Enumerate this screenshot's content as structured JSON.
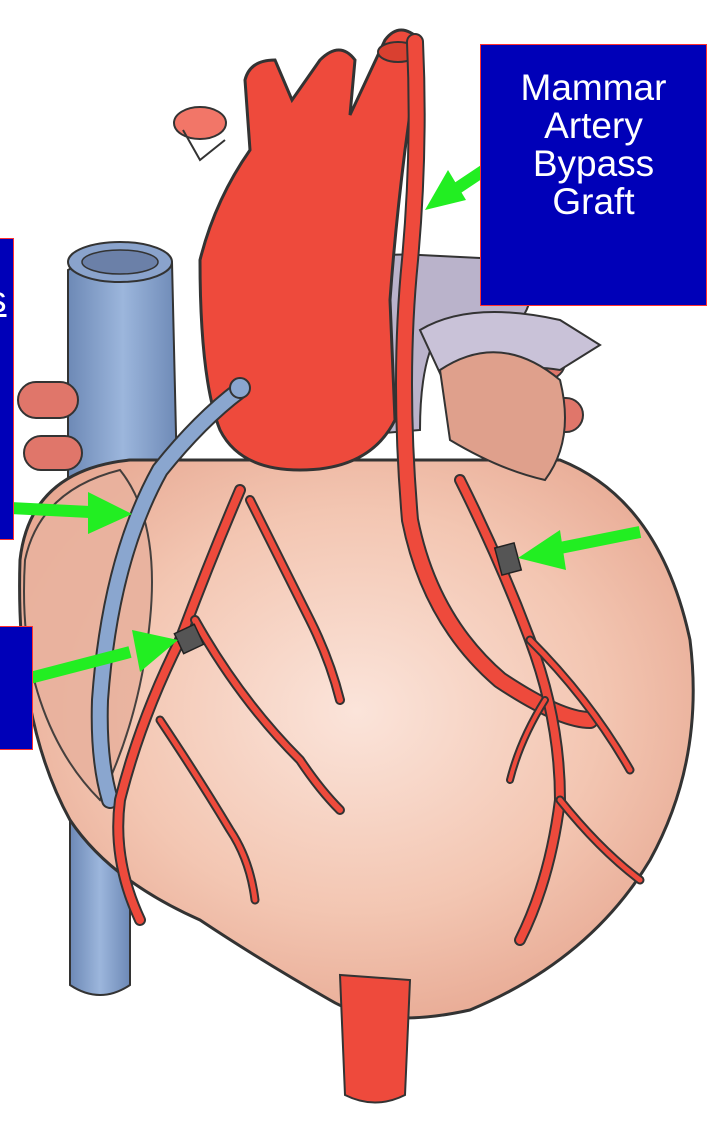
{
  "mammary_label": {
    "lines": [
      "Mammar",
      "Artery",
      "Bypass",
      "Graft"
    ]
  },
  "saphenous_label": {
    "visible_text": "s"
  },
  "colors": {
    "label_bg": "#0000b8",
    "label_border": "#ff3030",
    "arrow": "#22ee22",
    "artery": "#ee4a3c",
    "vein": "#7f9cc6",
    "heart_muscle": "#f1c2ad",
    "pericardium": "#b9b2c8",
    "blockage": "#555555"
  }
}
